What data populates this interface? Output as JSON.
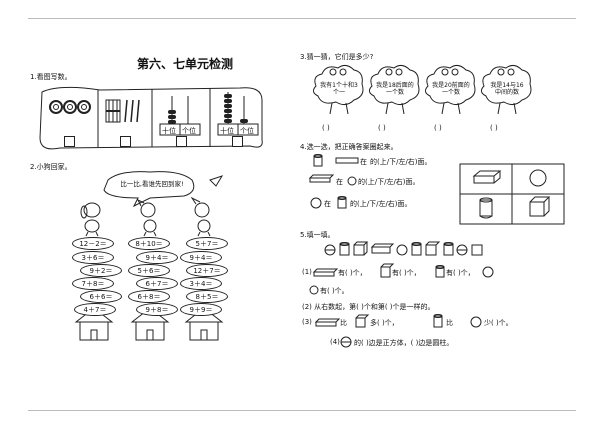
{
  "page_title": "第六、七单元检测",
  "q1": {
    "label": "1.看图写数。",
    "abacus_tens": "十位",
    "abacus_ones": "个位"
  },
  "q2": {
    "label": "2.小狗回家。",
    "bubble": "比一比,看谁先回到家!",
    "col1": [
      "12－2＝",
      "3＋6＝",
      "9＋2＝",
      "7＋8＝",
      "6＋6＝",
      "4＋7＝"
    ],
    "col2": [
      "8＋10＝",
      "9＋4＝",
      "5＋6＝",
      "6＋7＝",
      "6＋8＝",
      "9＋8＝"
    ],
    "col3": [
      "5＋7＝",
      "9＋4＝",
      "12＋7＝",
      "3＋4＝",
      "8＋5＝",
      "9＋9＝"
    ]
  },
  "q3": {
    "label": "3.猜一猜，它们是多少?",
    "clouds": [
      "我有1个十和3个一",
      "我是18后面的一个数",
      "我是20前面的一个数",
      "我是14与16中间的数"
    ],
    "paren": "(      )"
  },
  "q4": {
    "label": "4.选一选，把正确答案圈起来。",
    "rows": [
      {
        "pre": "在",
        "post": "的(上/下/左/右)面。"
      },
      {
        "pre": "在",
        "post": "的(上/下/左/右)面。"
      },
      {
        "pre": "在",
        "post": "的(上/下/左/右)面。"
      }
    ]
  },
  "q5": {
    "label": "5.填一填。",
    "l1a": "(1)",
    "l1b": "有(      )个，",
    "l1c": "有(      )个，",
    "l1d": "有(      )个，",
    "l1e": "有(      )个。",
    "l2": "(2) 从右数起，第(      )个和第(      )个是一样的。",
    "l3a": "(3)",
    "l3b": "比",
    "l3c": "多(      )个，",
    "l3d": "比",
    "l3e": "少(      )个。",
    "l4a": "(4)",
    "l4b": "的(      )边是正方体，(      )边是圆柱。"
  }
}
